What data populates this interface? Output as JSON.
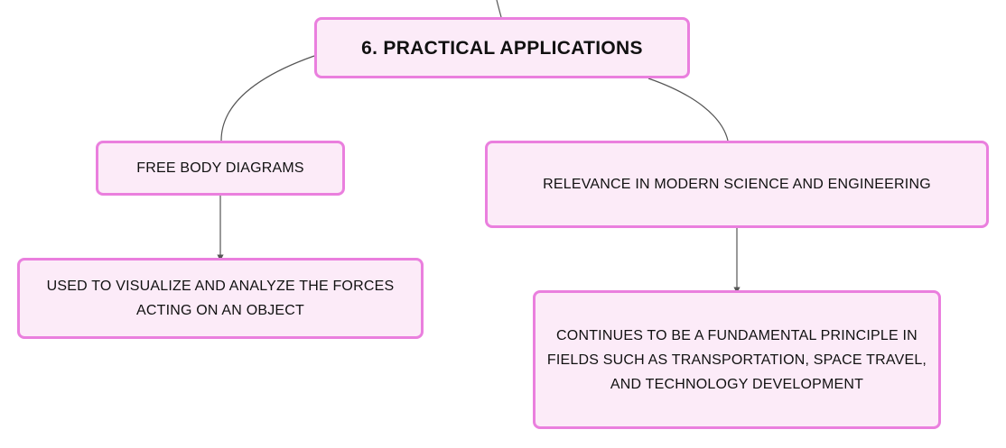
{
  "diagram": {
    "root": {
      "label": "6. PRACTICAL APPLICATIONS"
    },
    "branches": [
      {
        "label": "FREE BODY DIAGRAMS",
        "child": {
          "label": "USED TO VISUALIZE AND ANALYZE THE FORCES ACTING ON AN OBJECT"
        }
      },
      {
        "label": "RELEVANCE IN MODERN SCIENCE AND ENGINEERING",
        "child": {
          "label": "CONTINUES TO BE A FUNDAMENTAL PRINCIPLE IN FIELDS SUCH AS TRANSPORTATION, SPACE TRAVEL, AND TECHNOLOGY DEVELOPMENT"
        }
      }
    ],
    "colors": {
      "node_fill": "#fcebf8",
      "node_border": "#ea7fde",
      "connector": "#555555",
      "text": "#111111"
    }
  }
}
